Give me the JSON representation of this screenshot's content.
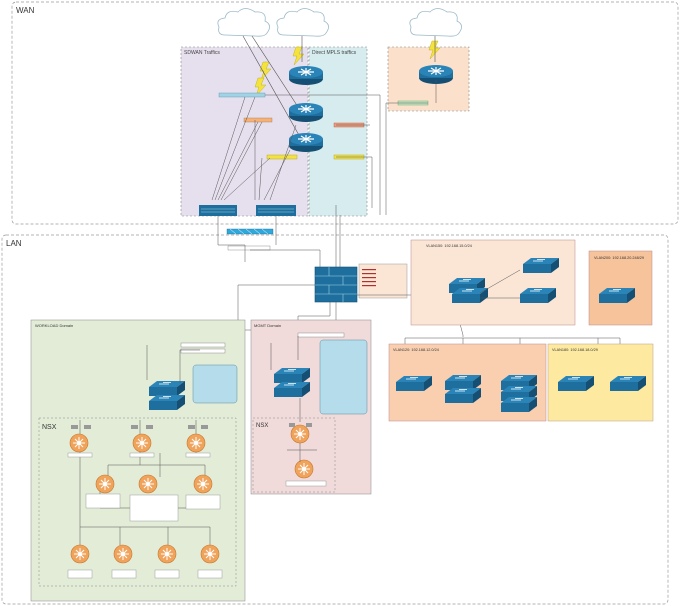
{
  "zones": {
    "wan": "WAN",
    "lan": "LAN",
    "sdwan": "SDWAN Traffics",
    "mpls": "Direct MPLS traffics",
    "workload": "WORKLOAD Domain",
    "mgmt": "MGMT Domain",
    "nsx_workload": "NSX",
    "nsx_mgmt": "NSX"
  },
  "vlans": {
    "vlan150": "VLAN150: 192.168.15.0/24",
    "vlan200": "VLAN200: 192.168.20.248/29",
    "vlan120": "VLAN120: 192.168.12.0/24",
    "vlan180": "VLAN180: 192.168.18.0/29"
  },
  "colors": {
    "wan_border": "#9a9a9a",
    "sdwan_fill": "#e6e0ee",
    "mpls_fill": "#d6ecef",
    "orange_fill": "#fbe0cc",
    "workload_fill": "#e3ecd7",
    "mgmt_fill": "#f0dada",
    "vlan150_fill": "#fbe6d6",
    "vlan200_fill": "#f6c39a",
    "vlan120_fill": "#f9cfb0",
    "vlan180_fill": "#fdeaa0",
    "router_blue": "#1f6f9e",
    "nsx_orange": "#f0a35a",
    "lightning": "#f4e33c",
    "cloud_stroke": "#9ab8c8"
  },
  "icons": [
    "cloud-icon",
    "router-icon",
    "switch-icon",
    "firewall-icon",
    "nsx-router-icon",
    "lightning-icon"
  ]
}
